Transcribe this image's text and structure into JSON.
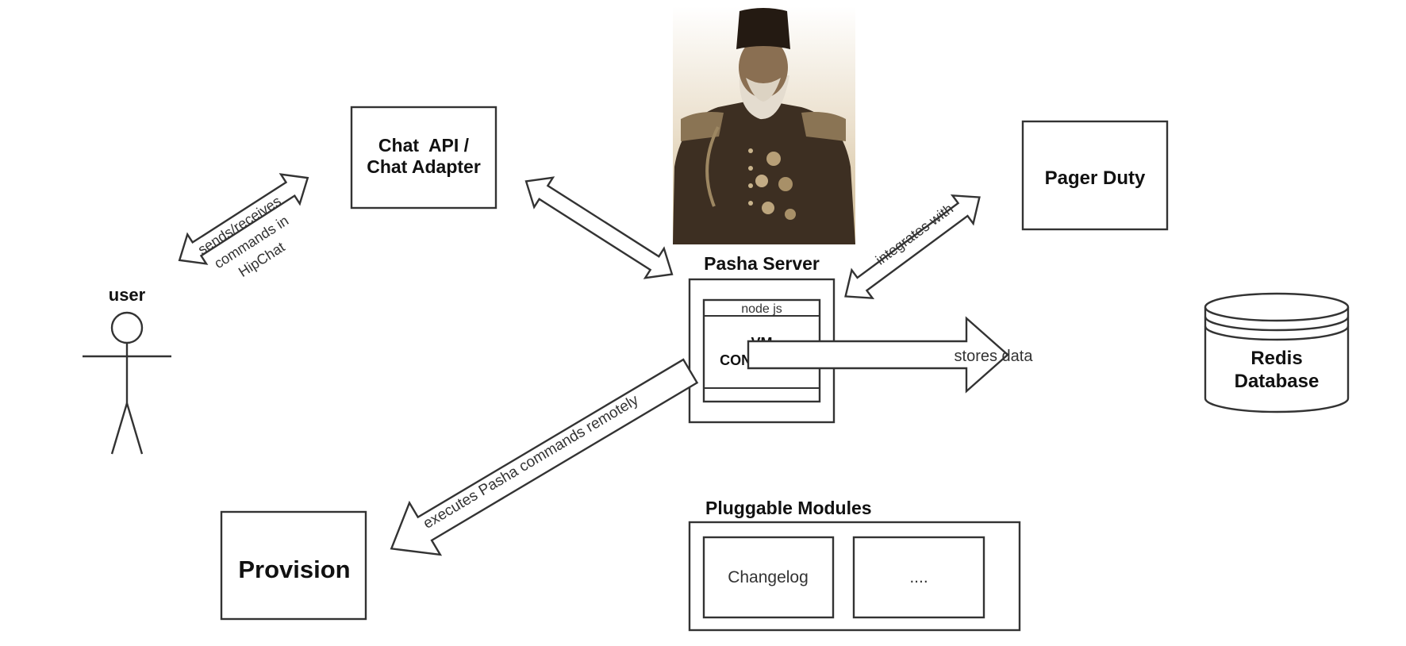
{
  "nodes": {
    "chat_api": {
      "line1": "Chat  API /",
      "line2": "Chat Adapter"
    },
    "pager_duty": {
      "label": "Pager Duty"
    },
    "user": {
      "label": "user"
    },
    "pasha_server": {
      "label": "Pasha Server"
    },
    "node_js": {
      "label": "node js"
    },
    "vm_container": {
      "line1": "VM",
      "line2": "CONTAINER"
    },
    "redis": {
      "line1": "Redis",
      "line2": "Database"
    },
    "provision": {
      "label": "Provision"
    },
    "pluggable_modules": {
      "label": "Pluggable Modules",
      "modules": [
        "Changelog",
        "...."
      ]
    }
  },
  "edges": {
    "user_chat": {
      "line1": "sends/receives",
      "line2": "commands in",
      "line3": "HipChat"
    },
    "pasha_pager": {
      "label": "integrates with"
    },
    "pasha_redis": {
      "label": "stores data"
    },
    "pasha_provision": {
      "label": "executes Pasha commands remotely"
    }
  }
}
